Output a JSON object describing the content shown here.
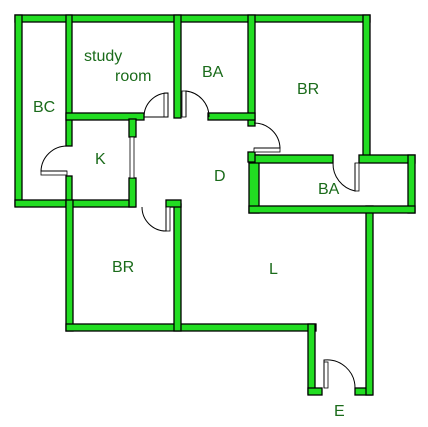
{
  "rooms": {
    "bc": "BC",
    "study_line1": "study",
    "study_line2": "room",
    "bath_top": "BA",
    "bedroom_right": "BR",
    "kitchen": "K",
    "dining": "D",
    "bath_right": "BA",
    "bedroom_left": "BR",
    "living": "L",
    "entrance": "E"
  },
  "colors": {
    "wall_fill": "#22dd22",
    "wall_outline": "#000000",
    "label": "#1a6b1a",
    "background": "#ffffff"
  }
}
